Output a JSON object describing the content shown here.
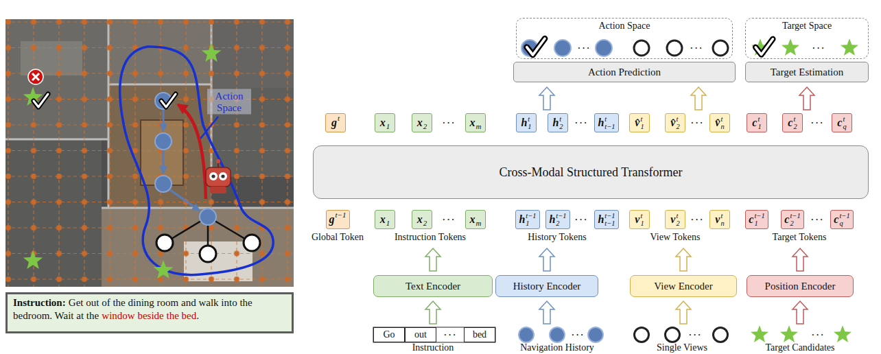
{
  "diagram": {
    "nodes": [
      {
        "text": [
          "Instruction:",
          "Get out of the dining room and walk into the bedroom. Wait at the",
          "window beside the bed",
          "."
        ]
      },
      {
        "text": [
          "Action Space"
        ]
      },
      {
        "text": [
          "Target Space"
        ]
      },
      {
        "text": [
          "Action Prediction"
        ]
      },
      {
        "text": [
          "Target Estimation"
        ]
      },
      {
        "text": [
          "g",
          "t"
        ]
      },
      {
        "text": [
          "x",
          "1"
        ]
      },
      {
        "text": [
          "x",
          "2"
        ]
      },
      {
        "text": [
          "x",
          "m"
        ]
      },
      {
        "text": [
          "h",
          "1",
          "t"
        ]
      },
      {
        "text": [
          "h",
          "2",
          "t"
        ]
      },
      {
        "text": [
          "h",
          "t−1",
          "t"
        ]
      },
      {
        "text": [
          "v̂",
          "1",
          "t"
        ]
      },
      {
        "text": [
          "v̂",
          "2",
          "t"
        ]
      },
      {
        "text": [
          "v̂",
          "n",
          "t"
        ]
      },
      {
        "text": [
          "c",
          "1",
          "t"
        ]
      },
      {
        "text": [
          "c",
          "2",
          "t"
        ]
      },
      {
        "text": [
          "c",
          "q",
          "t"
        ]
      },
      {
        "text": [
          "Cross-Modal Structured Transformer"
        ]
      },
      {
        "text": [
          "g",
          "t−1"
        ]
      },
      {
        "text": [
          "x",
          "1"
        ]
      },
      {
        "text": [
          "x",
          "2"
        ]
      },
      {
        "text": [
          "x",
          "m"
        ]
      },
      {
        "text": [
          "h",
          "1",
          "t−1"
        ]
      },
      {
        "text": [
          "h",
          "2",
          "t−1"
        ]
      },
      {
        "text": [
          "h",
          "t−1",
          "t−1"
        ]
      },
      {
        "text": [
          "v",
          "1",
          "t"
        ]
      },
      {
        "text": [
          "v",
          "2",
          "t"
        ]
      },
      {
        "text": [
          "v",
          "n",
          "t"
        ]
      },
      {
        "text": [
          "c",
          "1",
          "t−1"
        ]
      },
      {
        "text": [
          "c",
          "2",
          "t−1"
        ]
      },
      {
        "text": [
          "c",
          "q",
          "t−1"
        ]
      },
      {
        "text": [
          "Text Encoder"
        ]
      },
      {
        "text": [
          "History Encoder"
        ]
      },
      {
        "text": [
          "View Encoder"
        ]
      },
      {
        "text": [
          "Position Encoder"
        ]
      },
      {
        "text": [
          "Go"
        ]
      },
      {
        "text": [
          "out"
        ]
      },
      {
        "text": [
          "bed"
        ]
      }
    ],
    "labels": [
      "Action Space",
      "···",
      "···",
      "···",
      "···",
      "···",
      "···",
      "···",
      "···",
      "···",
      "···",
      "···",
      "Global Token",
      "Instruction Tokens",
      "History Tokens",
      "View Tokens",
      "Target Tokens",
      "···",
      "···",
      "···",
      "···",
      "Instruction",
      "Navigation History",
      "Single Views",
      "Target Candidates"
    ]
  }
}
